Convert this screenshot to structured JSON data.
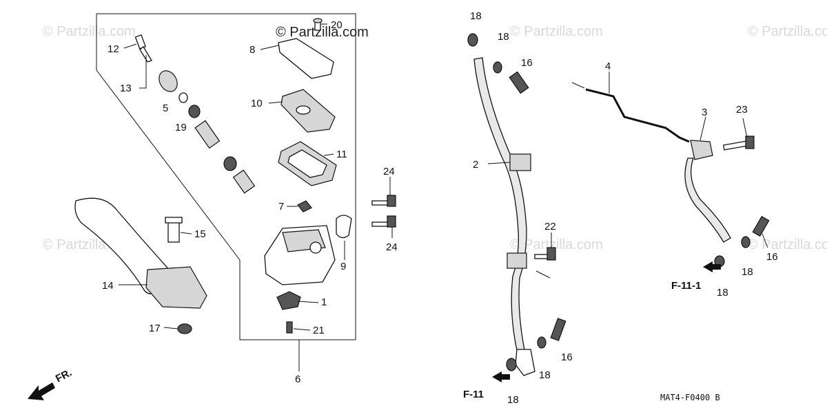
{
  "watermarks": [
    "© Partzilla.com",
    "© Partzilla.com",
    "© Partzilla.com",
    "© Partzilla.com",
    "© Partzilla.com",
    "© Partzilla.com",
    "© Partzilla.com"
  ],
  "callouts": {
    "p20": "20",
    "p12": "12",
    "p8": "8",
    "p13": "13",
    "p5": "5",
    "p19": "19",
    "p10": "10",
    "p11": "11",
    "p24a": "24",
    "p24b": "24",
    "p7": "7",
    "p15": "15",
    "p9": "9",
    "p14": "14",
    "p1": "1",
    "p17": "17",
    "p21": "21",
    "p6": "6",
    "p18a": "18",
    "p18b": "18",
    "p16a": "16",
    "p2": "2",
    "p4": "4",
    "p3": "3",
    "p23": "23",
    "p22": "22",
    "p16b": "16",
    "p18c": "18",
    "p18d": "18",
    "p16c": "16",
    "p18e": "18",
    "p18f": "18"
  },
  "references": {
    "f11_1": "F-11-1",
    "f11": "F-11"
  },
  "front_arrow_label": "FR.",
  "diagram_code": "MAT4-F0400 B"
}
